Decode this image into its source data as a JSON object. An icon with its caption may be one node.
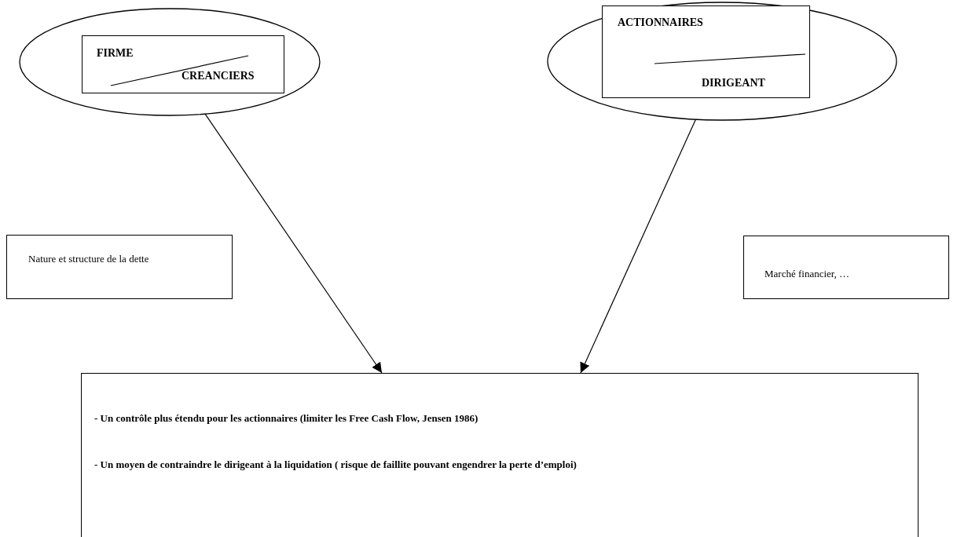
{
  "diagram": {
    "nodes": [
      {
        "text": [],
        "shape": "ellipse"
      },
      {
        "text": [
          "FIRME",
          "CREANCIERS"
        ],
        "in": 0
      },
      {
        "text": [],
        "shape": "ellipse"
      },
      {
        "text": [
          "ACTIONNAIRES",
          "DIRIGEANT"
        ],
        "in": 2
      },
      {
        "text": [
          "Nature et structure de la dette"
        ]
      },
      {
        "text": [
          "Marché financier, …"
        ]
      },
      {
        "text": [
          "- Un contrôle plus étendu pour les actionnaires (limiter les Free Cash Flow, Jensen 1986)",
          "- Un moyen de contraindre le dirigeant à la liquidation ( risque de faillite pouvant engendrer la perte d’emploi)"
        ]
      }
    ],
    "edges": [
      {
        "from": 0,
        "to": 6,
        "arrow": "to"
      },
      {
        "from": 2,
        "to": 6,
        "arrow": "to"
      }
    ]
  }
}
